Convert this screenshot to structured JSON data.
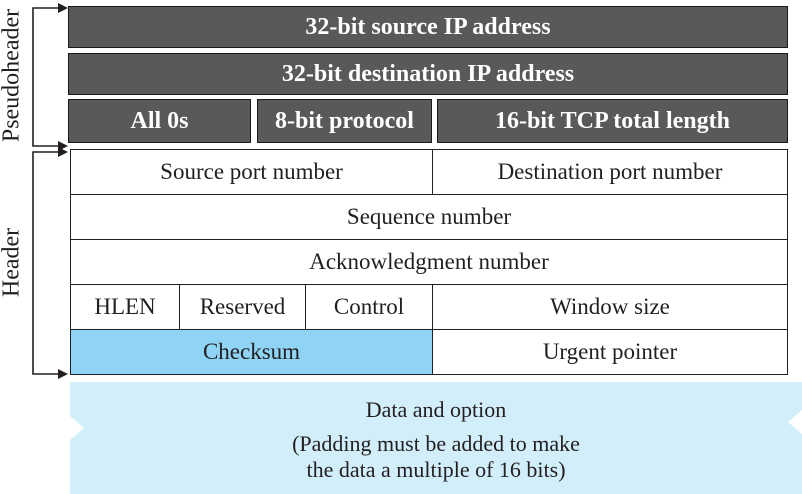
{
  "labels": {
    "pseudoheader": "Pseudoheader",
    "header": "Header"
  },
  "pseudoheader": {
    "source_ip": "32-bit source IP address",
    "dest_ip": "32-bit destination IP address",
    "all_zeros": "All 0s",
    "protocol": "8-bit protocol",
    "tcp_length": "16-bit TCP total length"
  },
  "header": {
    "source_port": "Source port number",
    "dest_port": "Destination port number",
    "sequence": "Sequence number",
    "ack": "Acknowledgment number",
    "hlen": "HLEN",
    "reserved": "Reserved",
    "control": "Control",
    "window": "Window size",
    "checksum": "Checksum",
    "urgent": "Urgent pointer"
  },
  "data": {
    "title": "Data and option",
    "note_line1": "(Padding must be added to make",
    "note_line2": "the data a multiple of 16 bits)"
  },
  "colors": {
    "dark_fill": "#58595b",
    "checksum_fill": "#8fd3f5",
    "data_fill": "#d2eefa"
  }
}
